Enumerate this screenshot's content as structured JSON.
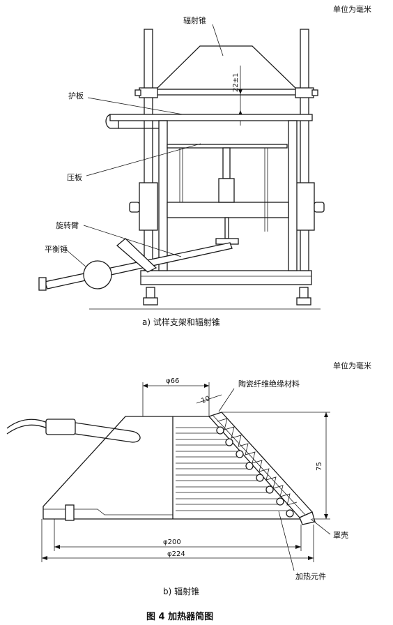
{
  "units_top": "单位为毫米",
  "units_bottom": "单位为毫米",
  "diagram_a": {
    "caption": "a)   试样支架和辐射锥",
    "labels": {
      "cone": "辐射锥",
      "shield": "护板",
      "press_plate": "压板",
      "rotating_arm": "旋转臂",
      "counterweight": "平衡锤",
      "gap_dim": "22±1"
    }
  },
  "diagram_b": {
    "caption": "b)   辐射锥",
    "labels": {
      "insulation": "陶瓷纤维绝缘材料",
      "shell": "罩壳",
      "heater": "加热元件",
      "dim_66": "φ66",
      "dim_10": "10",
      "dim_75": "75",
      "dim_200": "φ200",
      "dim_224": "φ224"
    }
  },
  "figure_title": "图 4    加热器简图"
}
